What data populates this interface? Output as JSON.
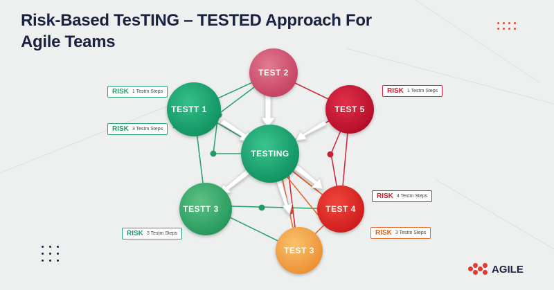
{
  "title": {
    "line1": "Risk-Based TesTING – TESTED Approach For",
    "line2": "Agile Teams"
  },
  "hub": {
    "label": "TESTING",
    "color": "#16a673"
  },
  "nodes": [
    {
      "id": "test2",
      "label": "TEST 2",
      "color": "#d4506f"
    },
    {
      "id": "testt1",
      "label": "TESTT 1",
      "color": "#1ba672"
    },
    {
      "id": "test5",
      "label": "TEST 5",
      "color": "#c8122f"
    },
    {
      "id": "testt3",
      "label": "TESTT 3",
      "color": "#33a86a"
    },
    {
      "id": "test4",
      "label": "TEST 4",
      "color": "#e02a26"
    },
    {
      "id": "test3",
      "label": "TEST 3",
      "color": "#f1a043"
    }
  ],
  "tags": [
    {
      "key": "RISK",
      "value": "1 Testm Steps"
    },
    {
      "key": "RISK",
      "value": "3 Testm Steps"
    },
    {
      "key": "RISK",
      "value": "1 Testm Steps"
    },
    {
      "key": "RISK",
      "value": "3 Testm Steps"
    },
    {
      "key": "RISK",
      "value": "4 Testm Steps"
    },
    {
      "key": "RISK",
      "value": "3 Testm Steps"
    }
  ],
  "brand": {
    "name": "AGILE",
    "color": "#e23a2f"
  },
  "colors": {
    "green": "#1f9a68",
    "red": "#c61f34",
    "orange": "#e26016",
    "navy": "#1b2240"
  }
}
